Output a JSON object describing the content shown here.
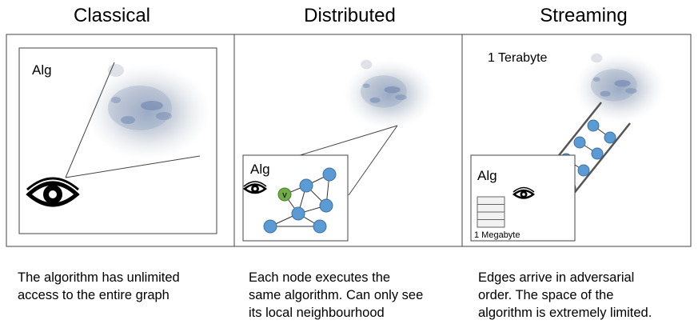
{
  "panels": [
    {
      "title": "Classical",
      "alg_label": "Alg",
      "caption": [
        "The algorithm has unlimited",
        "access to the entire graph"
      ]
    },
    {
      "title": "Distributed",
      "alg_label": "Alg",
      "node_label": "v",
      "caption": [
        "Each node executes the",
        "same algorithm. Can only see",
        "its local neighbourhood"
      ]
    },
    {
      "title": "Streaming",
      "alg_label": "Alg",
      "data_size_label": "1 Terabyte",
      "memory_label": "1 Megabyte",
      "caption": [
        "Edges arrive in adversarial",
        "order. The space of the",
        "algorithm is extremely limited."
      ]
    }
  ],
  "colors": {
    "node_fill": "#5b9bd5",
    "node_stroke": "#41719c",
    "highlight_node": "#70ad47",
    "cloud": "#8a9db8"
  },
  "icons": [
    "eye-icon",
    "graph-cloud",
    "memory-stack-icon"
  ]
}
